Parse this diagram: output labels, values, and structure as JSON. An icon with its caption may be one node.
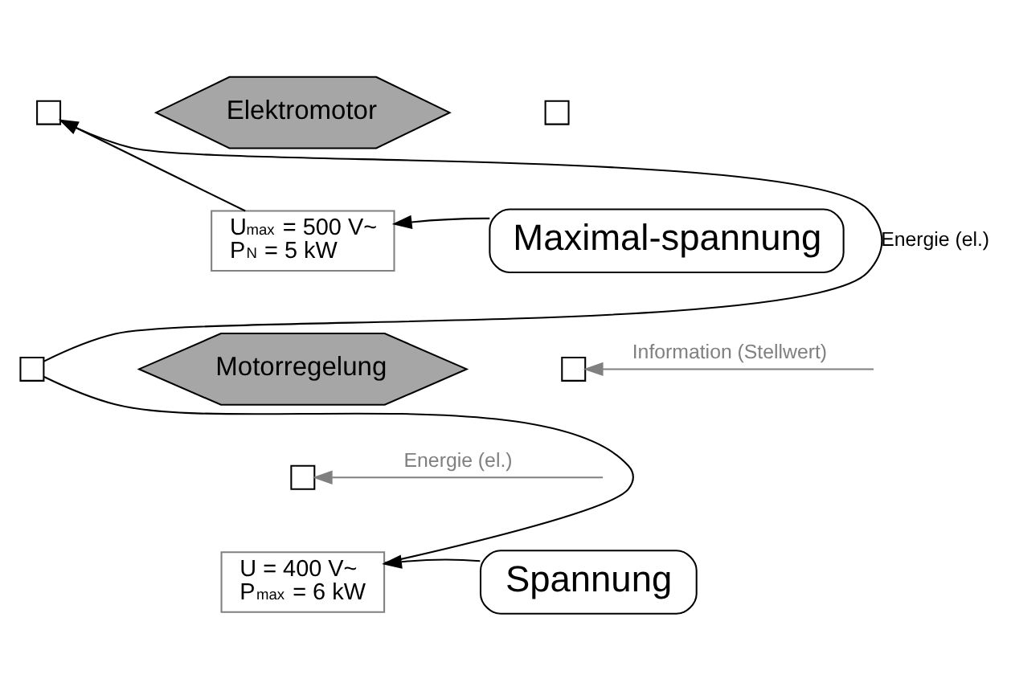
{
  "diagram": {
    "nodes": [
      {
        "text": [
          "Elektromotor"
        ]
      },
      {
        "text": [],
        "shape": "box"
      },
      {
        "text": [],
        "shape": "box"
      },
      {
        "text": [
          "U$_{max}$ = 500 V~",
          "P$_{N}$ = 5 kW"
        ]
      },
      {
        "text": [
          "Maximal-spannung"
        ]
      },
      {
        "text": [
          "Motorregelung"
        ]
      },
      {
        "text": [],
        "shape": "box"
      },
      {
        "text": [],
        "shape": "box"
      },
      {
        "text": [],
        "shape": "box"
      },
      {
        "text": [
          "U = 400 V~",
          "P$_{max}$ = 6 kW"
        ]
      },
      {
        "text": [
          "Spannung"
        ]
      }
    ],
    "edges": [
      {
        "from": 6,
        "to": 1,
        "arrow": "to",
        "label": "Energie (el.)"
      },
      {
        "from": 1,
        "to": 3,
        "arrow": "none"
      },
      {
        "from": 4,
        "to": 3,
        "arrow": "to"
      },
      {
        "from": null,
        "to": 7,
        "arrow": "to",
        "label": "Information (Stellwert)",
        "color": "#808080"
      },
      {
        "from": null,
        "to": 8,
        "arrow": "to",
        "label": "Energie (el.)",
        "color": "#808080"
      },
      {
        "from": 6,
        "to": 9,
        "arrow": "none"
      },
      {
        "from": 10,
        "to": 9,
        "arrow": "to"
      }
    ]
  }
}
